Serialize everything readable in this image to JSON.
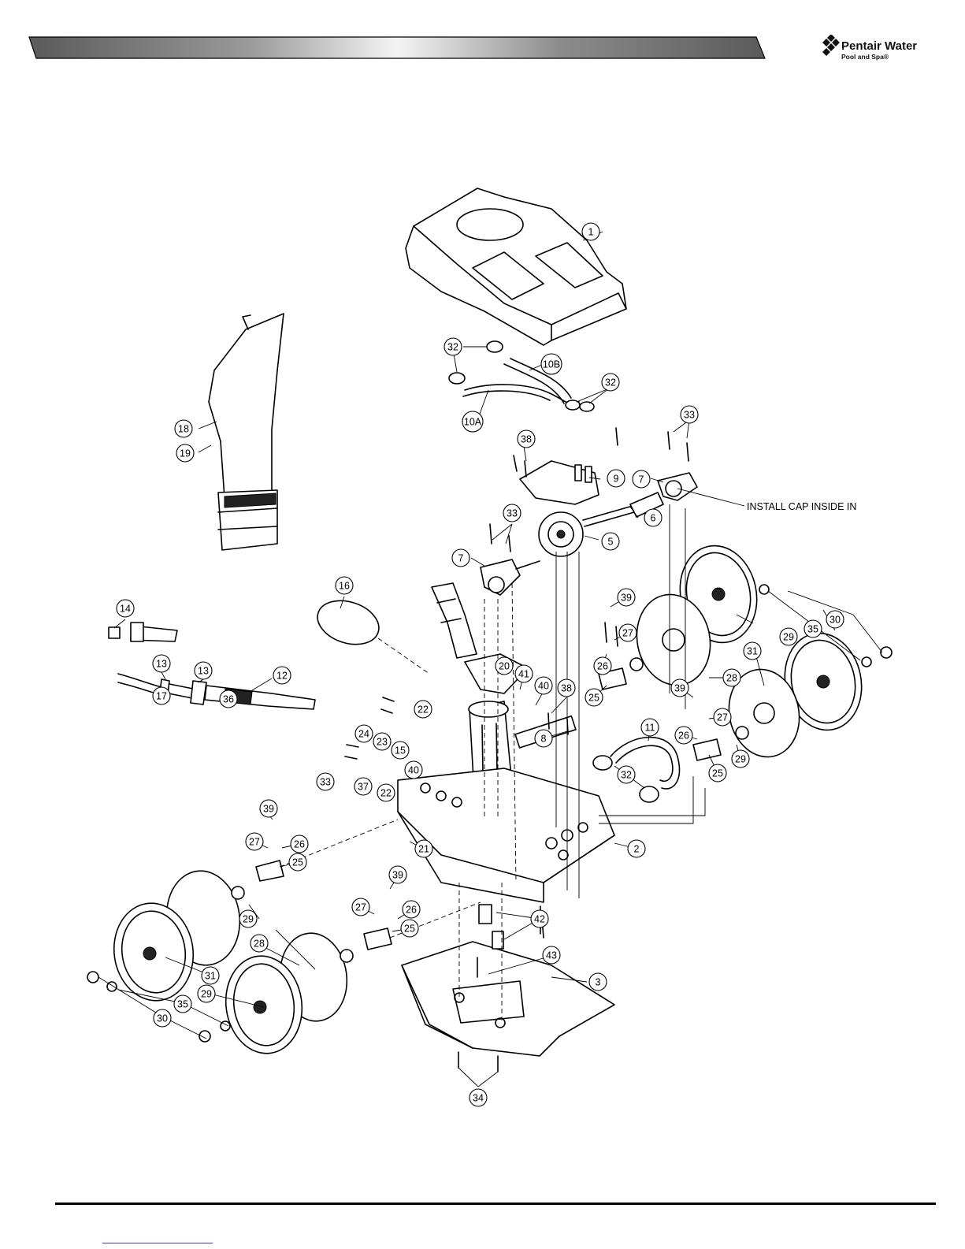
{
  "logo": {
    "brand": "Pentair Water",
    "sub": "Pool and Spa®"
  },
  "annotation": "INSTALL CAP INSIDE IN",
  "callouts": [
    {
      "id": "1",
      "label": "1"
    },
    {
      "id": "32a",
      "label": "32"
    },
    {
      "id": "10B",
      "label": "10B"
    },
    {
      "id": "10A",
      "label": "10A"
    },
    {
      "id": "32b",
      "label": "32"
    },
    {
      "id": "18",
      "label": "18"
    },
    {
      "id": "19",
      "label": "19"
    },
    {
      "id": "38a",
      "label": "38"
    },
    {
      "id": "9",
      "label": "9"
    },
    {
      "id": "33a",
      "label": "33"
    },
    {
      "id": "7a",
      "label": "7"
    },
    {
      "id": "6",
      "label": "6"
    },
    {
      "id": "5",
      "label": "5"
    },
    {
      "id": "33b",
      "label": "33"
    },
    {
      "id": "7b",
      "label": "7"
    },
    {
      "id": "16",
      "label": "16"
    },
    {
      "id": "14",
      "label": "14"
    },
    {
      "id": "39a",
      "label": "39"
    },
    {
      "id": "30a",
      "label": "30"
    },
    {
      "id": "35a",
      "label": "35"
    },
    {
      "id": "29a",
      "label": "29"
    },
    {
      "id": "31a",
      "label": "31"
    },
    {
      "id": "27a",
      "label": "27"
    },
    {
      "id": "26a",
      "label": "26"
    },
    {
      "id": "25a",
      "label": "25"
    },
    {
      "id": "28a",
      "label": "28"
    },
    {
      "id": "20",
      "label": "20"
    },
    {
      "id": "41",
      "label": "41"
    },
    {
      "id": "13a",
      "label": "13"
    },
    {
      "id": "13b",
      "label": "13"
    },
    {
      "id": "12",
      "label": "12"
    },
    {
      "id": "17",
      "label": "17"
    },
    {
      "id": "36",
      "label": "36"
    },
    {
      "id": "40a",
      "label": "40"
    },
    {
      "id": "38b",
      "label": "38"
    },
    {
      "id": "22a",
      "label": "22"
    },
    {
      "id": "8",
      "label": "8"
    },
    {
      "id": "39b",
      "label": "39"
    },
    {
      "id": "27b",
      "label": "27"
    },
    {
      "id": "26b",
      "label": "26"
    },
    {
      "id": "25b",
      "label": "25"
    },
    {
      "id": "29b",
      "label": "29"
    },
    {
      "id": "11",
      "label": "11"
    },
    {
      "id": "32c",
      "label": "32"
    },
    {
      "id": "24",
      "label": "24"
    },
    {
      "id": "23",
      "label": "23"
    },
    {
      "id": "15",
      "label": "15"
    },
    {
      "id": "40b",
      "label": "40"
    },
    {
      "id": "33c",
      "label": "33"
    },
    {
      "id": "37",
      "label": "37"
    },
    {
      "id": "22b",
      "label": "22"
    },
    {
      "id": "21",
      "label": "21"
    },
    {
      "id": "2",
      "label": "2"
    },
    {
      "id": "39c",
      "label": "39"
    },
    {
      "id": "27c",
      "label": "27"
    },
    {
      "id": "26c",
      "label": "26"
    },
    {
      "id": "25c",
      "label": "25"
    },
    {
      "id": "29c",
      "label": "29"
    },
    {
      "id": "28b",
      "label": "28"
    },
    {
      "id": "39d",
      "label": "39"
    },
    {
      "id": "27d",
      "label": "27"
    },
    {
      "id": "26d",
      "label": "26"
    },
    {
      "id": "25d",
      "label": "25"
    },
    {
      "id": "42",
      "label": "42"
    },
    {
      "id": "43",
      "label": "43"
    },
    {
      "id": "3",
      "label": "3"
    },
    {
      "id": "31b",
      "label": "31"
    },
    {
      "id": "29d",
      "label": "29"
    },
    {
      "id": "35b",
      "label": "35"
    },
    {
      "id": "30b",
      "label": "30"
    },
    {
      "id": "34",
      "label": "34"
    }
  ]
}
